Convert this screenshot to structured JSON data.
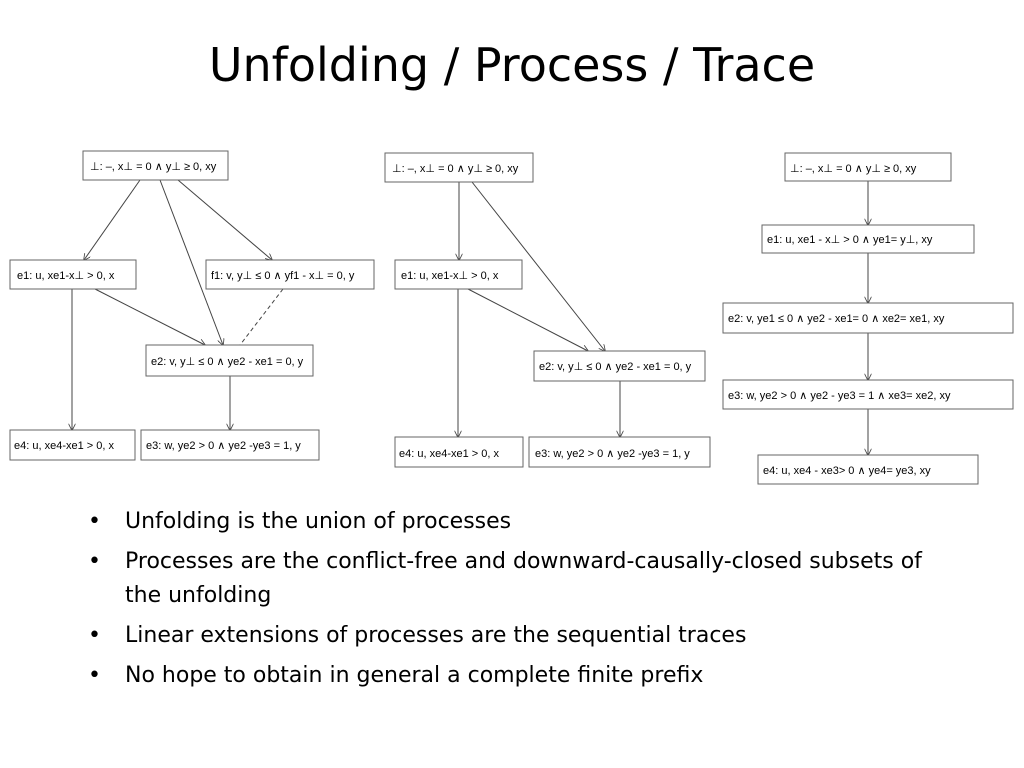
{
  "title": "Unfolding / Process / Trace",
  "bullet_marker": "•",
  "bullets": [
    "Unfolding is the union of processes",
    "Processes are the conflict-free and downward-causally-closed subsets of the unfolding",
    "Linear extensions of processes are the sequential traces",
    "No hope to obtain in general a complete finite prefix"
  ],
  "diagrams": {
    "unfolding": {
      "root": "⊥: –, x⊥ = 0 ∧ y⊥ ≥ 0, xy",
      "e1": "e1: u, xe1-x⊥ > 0, x",
      "f1": "f1: v, y⊥ ≤ 0 ∧ yf1 - x⊥ = 0, y",
      "e2": "e2: v, y⊥ ≤ 0 ∧ ye2 - xe1 = 0, y",
      "e4": "e4: u, xe4-xe1 > 0, x",
      "e3": "e3: w, ye2 > 0 ∧ ye2 -ye3 = 1, y"
    },
    "process": {
      "root": "⊥: –, x⊥ = 0 ∧ y⊥ ≥ 0, xy",
      "e1": "e1: u, xe1-x⊥ > 0, x",
      "e2": "e2: v, y⊥ ≤ 0 ∧ ye2 - xe1 = 0, y",
      "e4": "e4: u, xe4-xe1 > 0, x",
      "e3": "e3: w, ye2 > 0 ∧ ye2 -ye3 = 1, y"
    },
    "trace": {
      "root": "⊥: –, x⊥ = 0 ∧ y⊥ ≥ 0, xy",
      "e1": "e1: u, xe1 - x⊥ > 0 ∧ ye1= y⊥, xy",
      "e2": "e2: v, ye1 ≤ 0 ∧ ye2 - xe1= 0 ∧ xe2= xe1, xy",
      "e3": "e3: w, ye2 > 0 ∧ ye2 - ye3 = 1 ∧ xe3= xe2, xy",
      "e4": "e4: u, xe4 - xe3> 0 ∧ ye4= ye3, xy"
    }
  }
}
